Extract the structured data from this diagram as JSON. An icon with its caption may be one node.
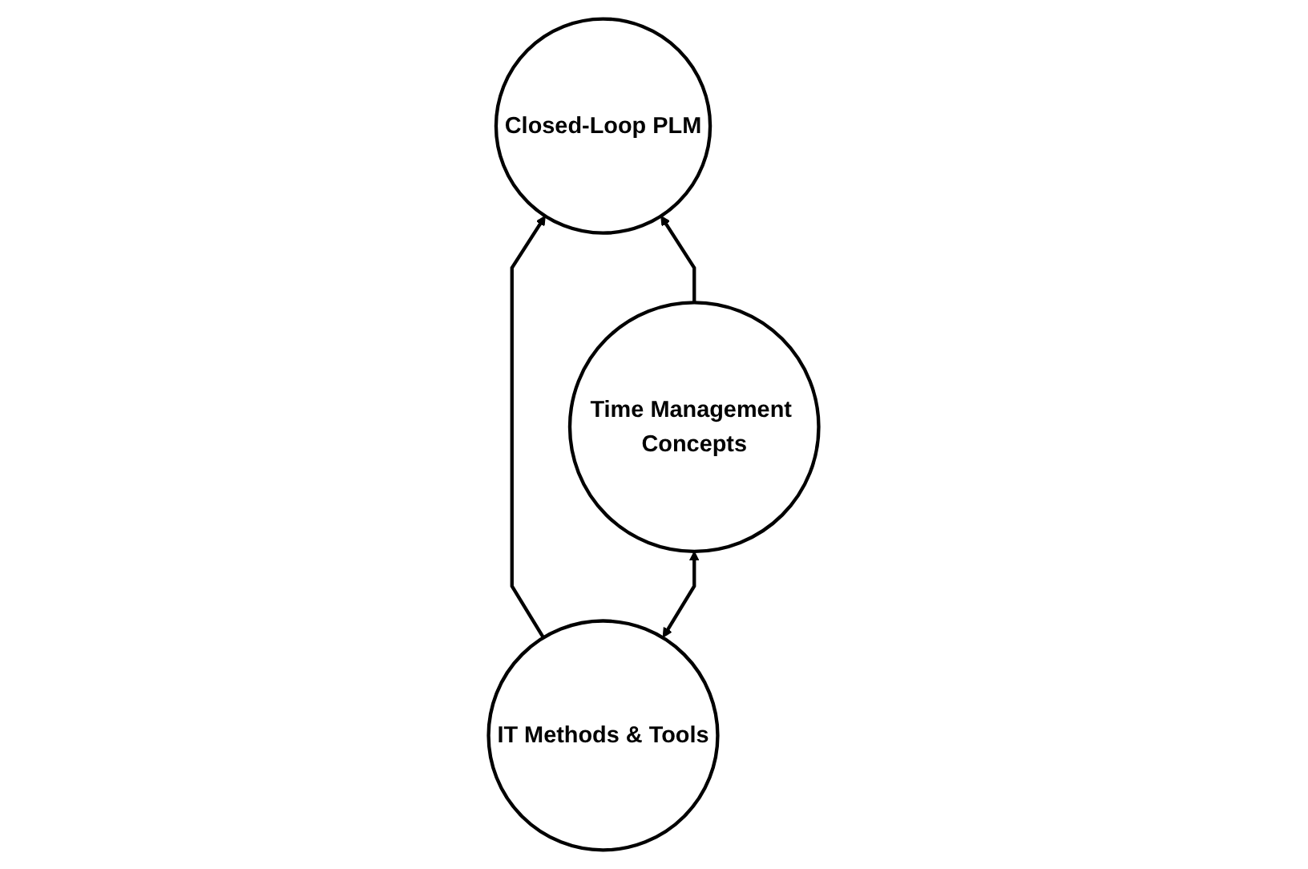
{
  "diagram": {
    "nodes": [
      {
        "text": [
          "Closed-Loop PLM"
        ]
      },
      {
        "text": [
          "IT Methods & Tools"
        ]
      },
      {
        "text": [
          "Time Management Concepts"
        ]
      }
    ],
    "edges": [
      {
        "from": 1,
        "to": 0,
        "arrow": "to"
      },
      {
        "from": 2,
        "to": 0,
        "arrow": "to"
      },
      {
        "from": 1,
        "to": 2,
        "arrow": "both"
      }
    ]
  }
}
